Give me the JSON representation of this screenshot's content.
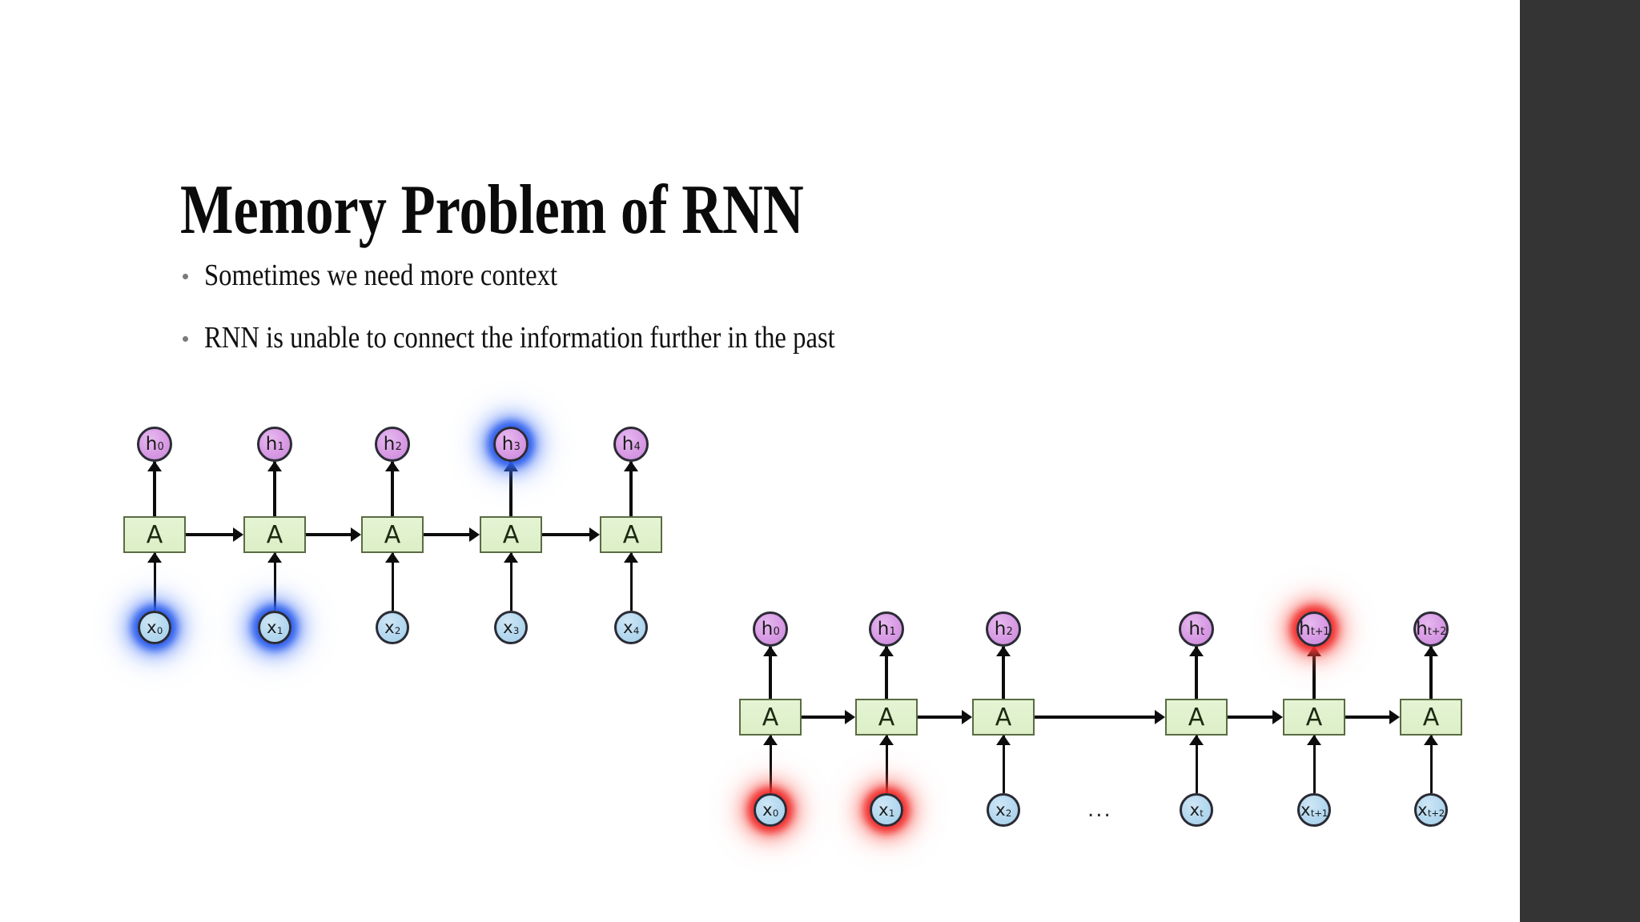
{
  "slide": {
    "title": "Memory Problem of RNN",
    "background_color": "#ffffff",
    "right_bar_color": "#343434",
    "bullets": [
      "Sometimes we need more context",
      "RNN is unable to connect the information further in the past"
    ]
  },
  "colors": {
    "hidden_node_fill": "#d89ae4",
    "input_node_fill": "#b3d8ef",
    "cell_fill": "#dcefc7",
    "cell_border": "#5a6b43",
    "node_border": "#2b2b35",
    "arrow": "#0c0c0c",
    "glow_blue": "#2b5aeb",
    "glow_red": "#f02828",
    "title_text": "#0b0b0b",
    "bullet_text": "#111111",
    "bullet_dot": "#7b7b7b"
  },
  "diagram_left": {
    "name": "short-dependency-rnn",
    "cell_label": "A",
    "hidden_nodes": [
      {
        "base": "h",
        "sub": "0",
        "glow": "none"
      },
      {
        "base": "h",
        "sub": "1",
        "glow": "none"
      },
      {
        "base": "h",
        "sub": "2",
        "glow": "none"
      },
      {
        "base": "h",
        "sub": "3",
        "glow": "blue"
      },
      {
        "base": "h",
        "sub": "4",
        "glow": "none"
      }
    ],
    "input_nodes": [
      {
        "base": "x",
        "sub": "0",
        "glow": "blue"
      },
      {
        "base": "x",
        "sub": "1",
        "glow": "blue"
      },
      {
        "base": "x",
        "sub": "2",
        "glow": "none"
      },
      {
        "base": "x",
        "sub": "3",
        "glow": "none"
      },
      {
        "base": "x",
        "sub": "4",
        "glow": "none"
      }
    ]
  },
  "diagram_right": {
    "name": "long-dependency-rnn",
    "cell_label": "A",
    "ellipsis": "...",
    "hidden_nodes": [
      {
        "base": "h",
        "sub": "0",
        "glow": "none"
      },
      {
        "base": "h",
        "sub": "1",
        "glow": "none"
      },
      {
        "base": "h",
        "sub": "2",
        "glow": "none"
      },
      {
        "base": "h",
        "sub": "t",
        "glow": "none"
      },
      {
        "base": "h",
        "sub": "t+1",
        "glow": "red"
      },
      {
        "base": "h",
        "sub": "t+2",
        "glow": "none"
      }
    ],
    "input_nodes": [
      {
        "base": "x",
        "sub": "0",
        "glow": "red"
      },
      {
        "base": "x",
        "sub": "1",
        "glow": "red"
      },
      {
        "base": "x",
        "sub": "2",
        "glow": "none"
      },
      {
        "base": "x",
        "sub": "t",
        "glow": "none"
      },
      {
        "base": "x",
        "sub": "t+1",
        "glow": "none"
      },
      {
        "base": "x",
        "sub": "t+2",
        "glow": "none"
      }
    ]
  }
}
